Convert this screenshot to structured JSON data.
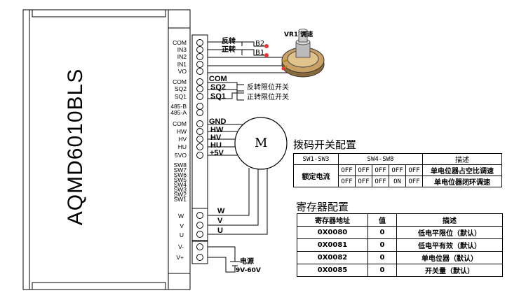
{
  "driver": {
    "model": "AQMD6010BLS",
    "pins_top": [
      "COM",
      "IN3",
      "IN2",
      "IN1",
      "VO",
      "COM",
      "SQ2",
      "SQ1",
      "485-B",
      "485-A",
      "COM",
      "HW",
      "HV",
      "HU",
      "5VO",
      "SW8",
      "SW7",
      "SW6",
      "SW5",
      "SW4",
      "SW3",
      "SW2",
      "SW1"
    ],
    "pins_motor": [
      "W",
      "V",
      "U"
    ],
    "pins_power": [
      "V-",
      "V+"
    ]
  },
  "wires": {
    "reverse": "反转",
    "forward": "正转",
    "b2": "B2",
    "b1": "B1",
    "com": "COM",
    "sq2": "SQ2",
    "sq1": "SQ1",
    "sq2_desc": "反转限位开关",
    "sq1_desc": "正转限位开关",
    "gnd": "GND",
    "hw": "HW",
    "hv": "HV",
    "hu": "HU",
    "p5v": "+5V",
    "w": "W",
    "v": "V",
    "u": "U"
  },
  "pot_label": "VR1 调速",
  "motor_label": "M",
  "power": {
    "label": "电源",
    "range": "9V-60V"
  },
  "dip_section": {
    "title": "拨码开关配置",
    "headers": [
      "SW1-SW3",
      "SW4-SW8",
      "描述"
    ],
    "mode": "额定电流",
    "rows": [
      {
        "sw": [
          "OFF",
          "OFF",
          "OFF",
          "OFF",
          "OFF"
        ],
        "desc": "单电位器占空比调速"
      },
      {
        "sw": [
          "OFF",
          "OFF",
          "OFF",
          "ON",
          "OFF"
        ],
        "desc": "单电位器闭环调速"
      }
    ]
  },
  "reg_section": {
    "title": "寄存器配置",
    "headers": [
      "寄存器地址",
      "值",
      "描述"
    ],
    "rows": [
      {
        "addr": "0X0080",
        "val": "0",
        "desc": "低电平限位（默认）"
      },
      {
        "addr": "0X0081",
        "val": "0",
        "desc": "低电平有效（默认）"
      },
      {
        "addr": "0X0082",
        "val": "0",
        "desc": "单电位器（默认）"
      },
      {
        "addr": "0X0085",
        "val": "0",
        "desc": "开关量（默认）"
      }
    ]
  }
}
